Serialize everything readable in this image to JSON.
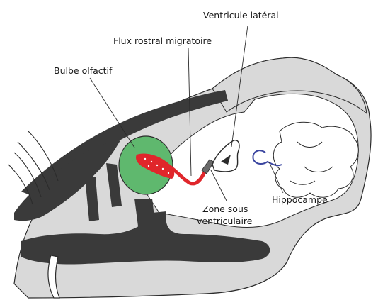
{
  "labels": {
    "lateral_ventricle": "Ventricule latéral",
    "rostral_migratory_stream": "Flux rostral migratoire",
    "olfactory_bulb": "Bulbe olfactif",
    "hippocampus": "Hippocampe",
    "subventricular_zone_line1": "Zone sous",
    "subventricular_zone_line2": "ventriculaire"
  },
  "colors": {
    "brain_fill": "#d9d9d9",
    "skull_dark": "#3a3a3a",
    "olfactory_bulb_fill": "#5fb86e",
    "migratory_stream": "#e0262b",
    "hippocampus_stroke": "#3b46a0",
    "outline": "#2b2b2b"
  }
}
